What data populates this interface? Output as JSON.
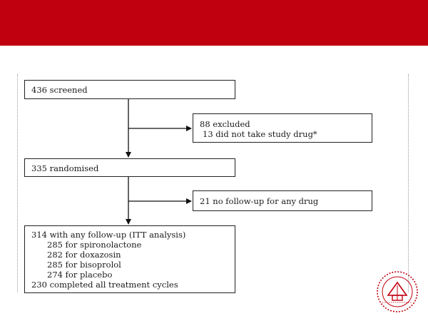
{
  "header": {
    "banner_color": "#c0000f"
  },
  "flowchart": {
    "screened": "436 screened",
    "excluded": {
      "line1": "88 excluded",
      "line2": "13 did not take study drug*"
    },
    "randomised": "335 randomised",
    "no_followup": "21 no follow-up for any drug",
    "followup": {
      "title": "314 with any follow-up (ITT analysis)",
      "items": [
        "285 for spironolactone",
        "282 for doxazosin",
        "285 for bisoprolol",
        "274 for placebo"
      ],
      "completed": "230 completed all treatment cycles"
    }
  },
  "logo": {
    "icon": "university-seal-icon",
    "color": "#c0000f"
  }
}
